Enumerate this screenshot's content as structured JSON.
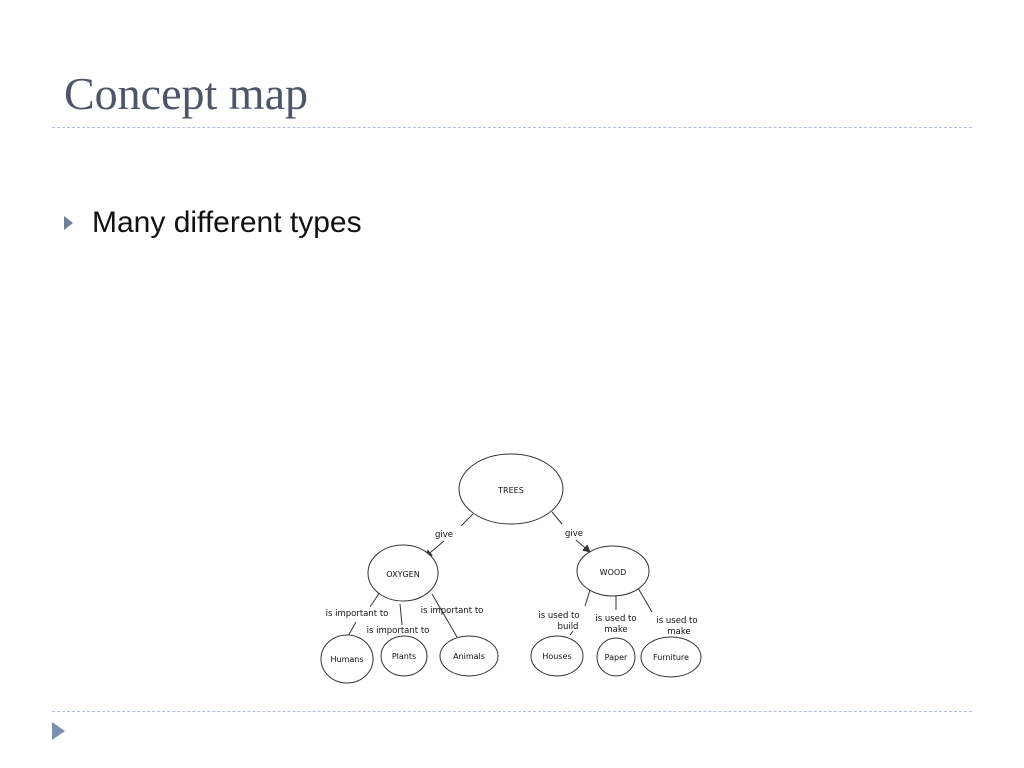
{
  "slide": {
    "title": "Concept map",
    "bullets": [
      {
        "text": "Many different types"
      }
    ]
  },
  "concept_map": {
    "nodes": {
      "trees": "TREES",
      "oxygen": "OXYGEN",
      "wood": "WOOD",
      "humans": "Humans",
      "plants": "Plants",
      "animals": "Animals",
      "houses": "Houses",
      "paper": "Paper",
      "furniture": "Furniture"
    },
    "links": {
      "trees_oxygen": "give",
      "trees_wood": "give",
      "oxygen_humans": "is important to",
      "oxygen_plants": "is important to",
      "oxygen_animals": "is important to",
      "wood_houses": [
        "is used to",
        "build"
      ],
      "wood_paper": [
        "is used to",
        "make"
      ],
      "wood_furniture": [
        "is used to",
        "make"
      ]
    }
  },
  "colors": {
    "title": "#4d5567",
    "rule": "#aebfd1",
    "bullet_marker": "#6d7f99",
    "corner_marker": "#7b8fb0",
    "diagram_line": "#333333"
  }
}
